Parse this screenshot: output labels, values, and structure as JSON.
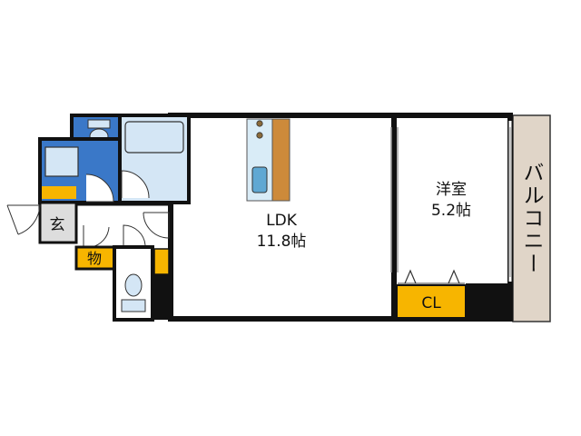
{
  "rooms": {
    "ldk": {
      "name": "LDK",
      "size": "11.8帖"
    },
    "western": {
      "name": "洋室",
      "size": "5.2帖"
    },
    "closet": {
      "name": "CL"
    },
    "entrance": {
      "name": "玄"
    },
    "storage": {
      "name": "物"
    },
    "balcony": {
      "name": "バルコニー"
    }
  },
  "colors": {
    "wall": "#111111",
    "wet_area": "#3a78c8",
    "fixture_fill": "#d4e6f5",
    "storage": "#f7b500",
    "balcony": "#e0d5c8",
    "kitchen_counter": "#d9ecf7",
    "wood_counter": "#cd8a3a",
    "entrance_floor": "#dddddd"
  },
  "icons": [
    "toilet-icon",
    "washbasin-icon",
    "bathtub-icon",
    "kitchen-sink-icon",
    "stove-icon"
  ]
}
